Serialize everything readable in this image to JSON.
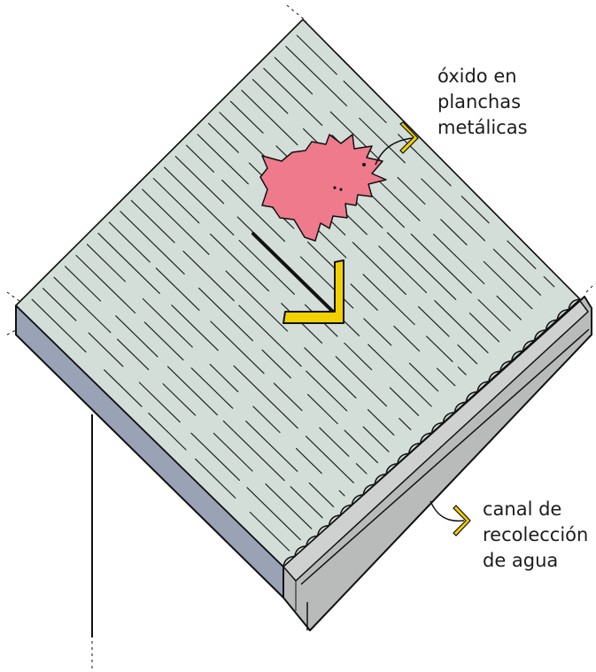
{
  "colors": {
    "roof_sheet": "#d3ded9",
    "roof_edge": "#9aa2b6",
    "gutter_face": "#b9bbba",
    "gutter_top": "#cfd1d0",
    "rust": "#ef7a8c",
    "arrow_accent": "#f2d000",
    "ink": "#111111"
  },
  "labels": {
    "rust": [
      "óxido en",
      "planchas",
      "metálicas"
    ],
    "gutter": [
      "canal de",
      "recolección",
      "de agua"
    ]
  },
  "icons": {
    "flow_arrow": "slope-down-arrow-icon",
    "rust_pointer": "curved-pointer-arrow-icon",
    "gutter_pointer": "curved-pointer-arrow-icon"
  }
}
